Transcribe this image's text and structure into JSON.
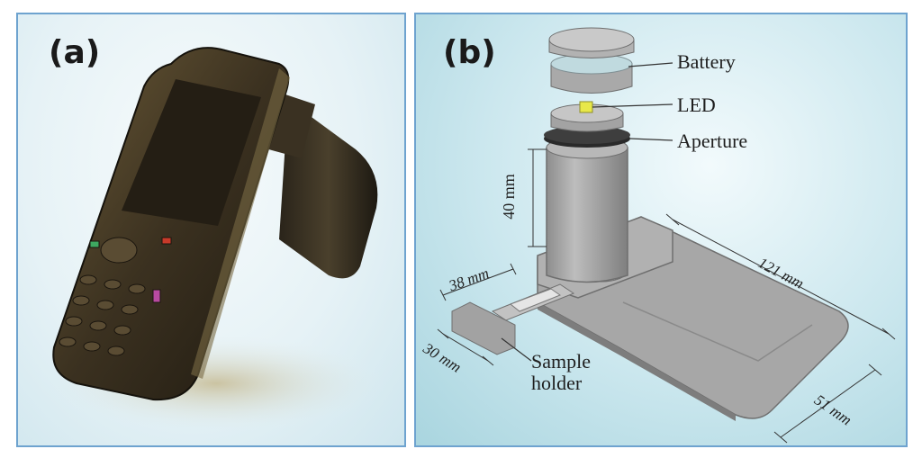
{
  "panel_a": {
    "label": "(a)"
  },
  "panel_b": {
    "label": "(b)",
    "callouts": {
      "battery": "Battery",
      "led": "LED",
      "aperture": "Aperture",
      "sample_holder_line1": "Sample",
      "sample_holder_line2": "holder"
    },
    "dimensions": {
      "height": "40 mm",
      "length": "121 mm",
      "width": "51 mm",
      "holder_length": "38 mm",
      "holder_width": "30 mm"
    }
  },
  "colors": {
    "frame": "#6ea3cf",
    "device_gray": "#9a9a9a",
    "led": "#e8e84a"
  }
}
